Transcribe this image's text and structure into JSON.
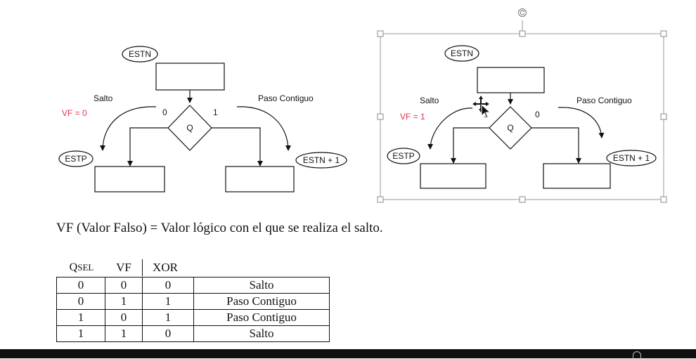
{
  "left_diagram": {
    "top_state": "ESTN",
    "branch_left": "Salto",
    "branch_right": "Paso Contiguo",
    "vf_label": "VF = 0",
    "decision": "Q",
    "edge_left": "0",
    "edge_right": "1",
    "left_state": "ESTP",
    "right_state": "ESTN + 1"
  },
  "right_diagram": {
    "top_state": "ESTN",
    "branch_left": "Salto",
    "branch_right": "Paso Contiguo",
    "vf_label": "VF = 1",
    "decision": "Q",
    "edge_left": "1",
    "edge_right": "0",
    "left_state": "ESTP",
    "right_state": "ESTN + 1"
  },
  "caption": "VF (Valor Falso) = Valor lógico con el que se realiza el salto.",
  "table": {
    "headers": {
      "qsel_main": "Q",
      "qsel_sub": "SEL",
      "vf": "VF",
      "xor": "XOR"
    },
    "rows": [
      [
        "0",
        "0",
        "0",
        "Salto"
      ],
      [
        "0",
        "1",
        "1",
        "Paso Contiguo"
      ],
      [
        "1",
        "0",
        "1",
        "Paso Contiguo"
      ],
      [
        "1",
        "1",
        "0",
        "Salto"
      ]
    ]
  },
  "colors": {
    "accent_red": "#e8334a",
    "selection_gray": "#9a9a9a",
    "bottom_bar": "#0f0f0f"
  }
}
